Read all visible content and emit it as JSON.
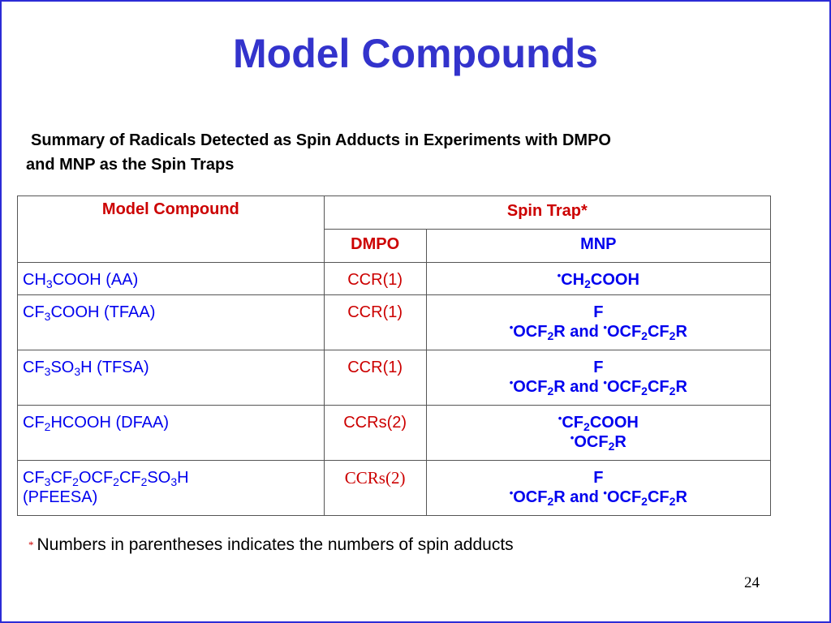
{
  "slide": {
    "title": "Model Compounds",
    "caption_line1": "Summary of Radicals Detected as Spin Adducts in Experiments with DMPO",
    "caption_line2": "and MNP as the Spin Traps",
    "footnote_star": "*",
    "footnote": "Numbers in parentheses indicates the numbers of spin adducts",
    "page_number": "24"
  },
  "table": {
    "header_compound": "Model Compound",
    "header_spin_trap": "Spin Trap*",
    "header_dmpo": "DMPO",
    "header_mnp": "MNP",
    "rows": [
      {
        "compound": [
          [
            "CH",
            ""
          ],
          [
            "3",
            "sub"
          ],
          [
            "COOH (AA)",
            ""
          ]
        ],
        "dmpo": "CCR(1)",
        "mnp": [
          [
            [
              "•",
              "sup"
            ],
            [
              "CH",
              ""
            ],
            [
              "2",
              "sub"
            ],
            [
              "COOH",
              ""
            ]
          ]
        ]
      },
      {
        "compound": [
          [
            "CF",
            ""
          ],
          [
            "3",
            "sub"
          ],
          [
            "COOH (TFAA)",
            ""
          ]
        ],
        "dmpo": "CCR(1)",
        "mnp": [
          [
            [
              "F",
              ""
            ]
          ],
          [
            [
              "•",
              "sup"
            ],
            [
              "OCF",
              ""
            ],
            [
              "2",
              "sub"
            ],
            [
              "R and ",
              ""
            ],
            [
              "•",
              "sup"
            ],
            [
              "OCF",
              ""
            ],
            [
              "2",
              "sub"
            ],
            [
              "CF",
              ""
            ],
            [
              "2",
              "sub"
            ],
            [
              "R",
              ""
            ]
          ]
        ]
      },
      {
        "compound": [
          [
            "CF",
            ""
          ],
          [
            "3",
            "sub"
          ],
          [
            "SO",
            ""
          ],
          [
            "3",
            "sub"
          ],
          [
            "H (TFSA)",
            ""
          ]
        ],
        "dmpo": "CCR(1)",
        "mnp": [
          [
            [
              "F",
              ""
            ]
          ],
          [
            [
              "•",
              "sup"
            ],
            [
              "OCF",
              ""
            ],
            [
              "2",
              "sub"
            ],
            [
              "R and ",
              ""
            ],
            [
              "•",
              "sup"
            ],
            [
              "OCF",
              ""
            ],
            [
              "2",
              "sub"
            ],
            [
              "CF",
              ""
            ],
            [
              "2",
              "sub"
            ],
            [
              "R",
              ""
            ]
          ]
        ]
      },
      {
        "compound": [
          [
            "CF",
            ""
          ],
          [
            "2",
            "sub"
          ],
          [
            "HCOOH (DFAA)",
            ""
          ]
        ],
        "dmpo": "CCRs(2)",
        "mnp": [
          [
            [
              "•",
              "sup"
            ],
            [
              "CF",
              ""
            ],
            [
              "2",
              "sub"
            ],
            [
              "COOH",
              ""
            ]
          ],
          [
            [
              "•",
              "sup"
            ],
            [
              "OCF",
              ""
            ],
            [
              "2",
              "sub"
            ],
            [
              "R",
              ""
            ]
          ]
        ]
      },
      {
        "compound": [
          [
            "CF",
            ""
          ],
          [
            "3",
            "sub"
          ],
          [
            "CF",
            ""
          ],
          [
            "2",
            "sub"
          ],
          [
            "OCF",
            ""
          ],
          [
            "2",
            "sub"
          ],
          [
            "CF",
            ""
          ],
          [
            "2",
            "sub"
          ],
          [
            "SO",
            ""
          ],
          [
            "3",
            "sub"
          ],
          [
            "H",
            ""
          ],
          [
            "\n",
            ""
          ],
          [
            "(PFEESA)",
            ""
          ]
        ],
        "dmpo": "CCRs(2)",
        "dmpo_serif": true,
        "mnp": [
          [
            [
              "F",
              ""
            ]
          ],
          [
            [
              "•",
              "sup"
            ],
            [
              "OCF",
              ""
            ],
            [
              "2",
              "sub"
            ],
            [
              "R and ",
              ""
            ],
            [
              "•",
              "sup"
            ],
            [
              "OCF",
              ""
            ],
            [
              "2",
              "sub"
            ],
            [
              "CF",
              ""
            ],
            [
              "2",
              "sub"
            ],
            [
              "R",
              ""
            ]
          ]
        ]
      }
    ]
  }
}
